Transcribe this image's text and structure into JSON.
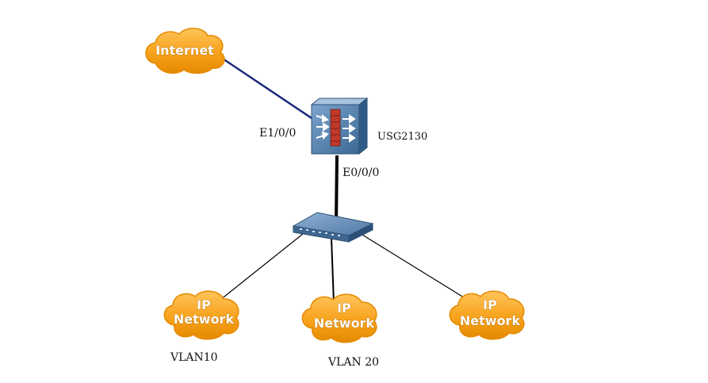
{
  "diagram": {
    "internet_cloud": {
      "label": "Internet"
    },
    "firewall": {
      "name": "USG2130",
      "icon": "firewall-icon"
    },
    "switch": {
      "icon": "switch-icon"
    },
    "interfaces": {
      "upstream": "E1/0/0",
      "downstream": "E0/0/0"
    },
    "networks": [
      {
        "line1": "IP",
        "line2": "Network",
        "caption": "VLAN10"
      },
      {
        "line1": "IP",
        "line2": "Network",
        "caption": "VLAN 20"
      },
      {
        "line1": "IP",
        "line2": "Network",
        "caption": ""
      }
    ],
    "colors": {
      "cloud_fill": "#f7a21b",
      "cloud_edge": "#e58a00",
      "wan_link": "#1a2a7a",
      "lan_link": "#000000",
      "firewall_body": "#4a78a6",
      "firewall_wall": "#c0392b"
    }
  }
}
